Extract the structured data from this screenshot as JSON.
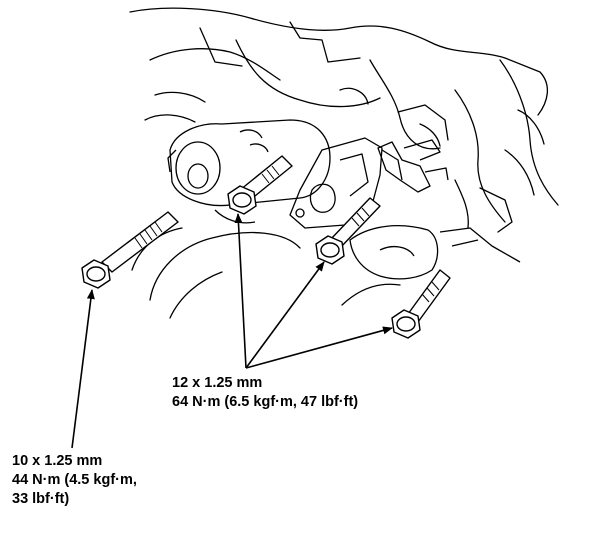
{
  "callouts": {
    "bolt_12": {
      "size": "12 x 1.25 mm",
      "torque": "64 N·m (6.5 kgf·m, 47 lbf·ft)"
    },
    "bolt_10": {
      "size": "10 x 1.25 mm",
      "torque_line1": "44 N·m (4.5 kgf·m,",
      "torque_line2": "33 lbf·ft)"
    }
  },
  "colors": {
    "ink": "#000000",
    "paper": "#ffffff"
  }
}
